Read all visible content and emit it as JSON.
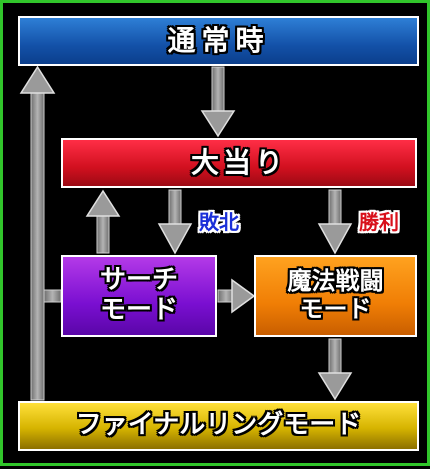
{
  "boxes": {
    "normal": "通常時",
    "jackpot": "大当り",
    "search_mode": "サーチ\nモード",
    "battle_mode": "魔法戦闘\nモード",
    "final_ring_mode": "ファイナルリングモード"
  },
  "edge_labels": {
    "lose": "敗北",
    "win": "勝利"
  },
  "colors": {
    "background": "#000000",
    "frame": "#31c62b",
    "arrow": "#8c8c8c",
    "normal_box": "#1351a8",
    "jackpot_box": "#d1101f",
    "search_box": "#7a0fd1",
    "battle_box": "#f07e05",
    "final_box": "#d6b400",
    "lose_text": "#1a2fd8",
    "win_text": "#d8101a"
  }
}
